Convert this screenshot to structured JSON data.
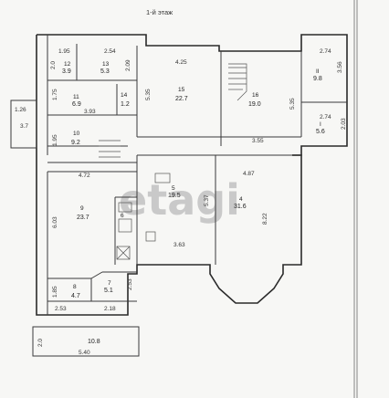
{
  "title": "1-й этаж",
  "watermark": "etagi",
  "rooms": [
    {
      "id": "room-12",
      "number": "12",
      "area": "3.9"
    },
    {
      "id": "room-13",
      "number": "13",
      "area": "5.3"
    },
    {
      "id": "room-11",
      "number": "11",
      "area": "6.9"
    },
    {
      "id": "room-14",
      "number": "14",
      "area": "1.2"
    },
    {
      "id": "room-15",
      "number": "15",
      "area": "22.7"
    },
    {
      "id": "room-16",
      "number": "16",
      "area": "19.0"
    },
    {
      "id": "room-ii",
      "number": "II",
      "area": "9.8"
    },
    {
      "id": "room-i",
      "number": "I",
      "area": "5.6"
    },
    {
      "id": "room-10",
      "number": "10",
      "area": "9.2"
    },
    {
      "id": "room-9",
      "number": "9",
      "area": "23.7"
    },
    {
      "id": "room-5",
      "number": "5",
      "area": "19.5"
    },
    {
      "id": "room-4",
      "number": "4",
      "area": "31.6"
    },
    {
      "id": "room-6",
      "number": "6",
      "area": ""
    },
    {
      "id": "room-8",
      "number": "8",
      "area": "4.7"
    },
    {
      "id": "room-7",
      "number": "7",
      "area": "5.1"
    },
    {
      "id": "room-terrace",
      "number": "",
      "area": "10.8"
    }
  ],
  "dimensions": [
    "1.95",
    "2.54",
    "2.0",
    "2.09",
    "4.25",
    "2.74",
    "3.56",
    "1.75",
    "3.93",
    "5.35",
    "5.35",
    "2.74",
    "2.03",
    "1.26",
    "3.7",
    "1.95",
    "3.55",
    "4.72",
    "4.87",
    "6.03",
    "5.37",
    "8.22",
    "3.63",
    "1.85",
    "2.53",
    "2.53",
    "2.18",
    "2.0",
    "5.40"
  ]
}
